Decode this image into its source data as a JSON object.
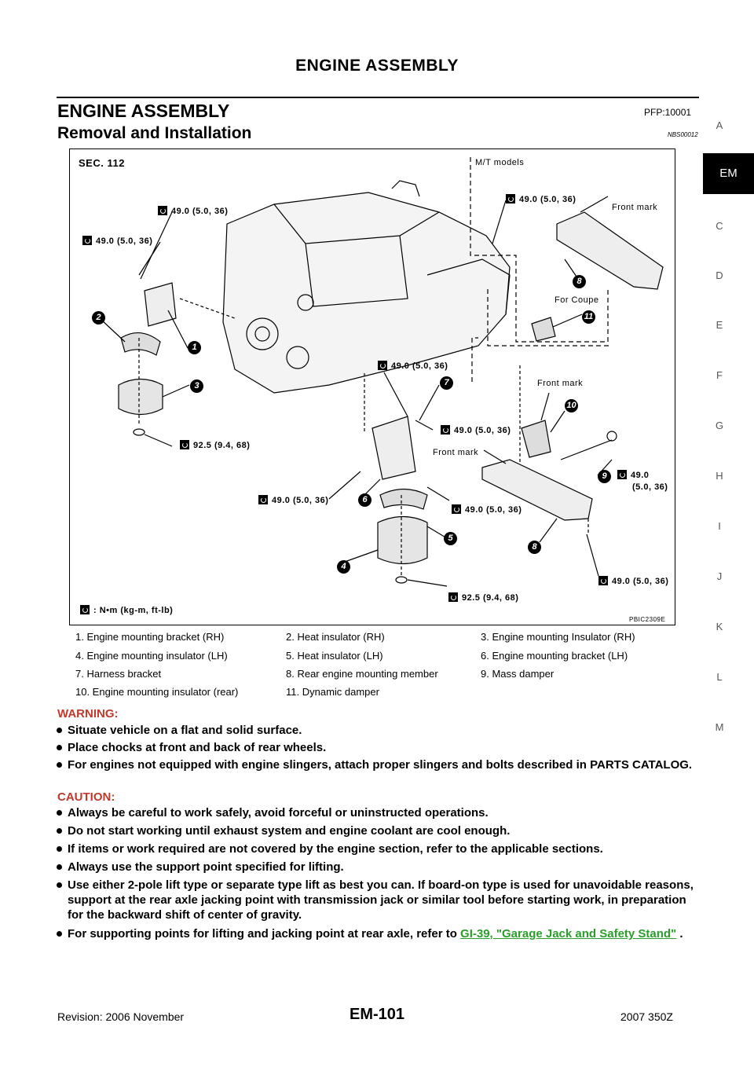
{
  "header": {
    "title": "ENGINE ASSEMBLY"
  },
  "section": {
    "title": "ENGINE ASSEMBLY",
    "code": "PFP:10001"
  },
  "subsection": {
    "title": "Removal and Installation",
    "code": "NBS00012"
  },
  "side_tabs": [
    "A",
    "EM",
    "C",
    "D",
    "E",
    "F",
    "G",
    "H",
    "I",
    "J",
    "K",
    "L",
    "M"
  ],
  "figure": {
    "sec": "SEC. 112",
    "mt_models": "M/T models",
    "for_coupe": "For Coupe",
    "front_mark": "Front mark",
    "torque_a": "49.0 (5.0, 36)",
    "torque_b": "92.5 (9.4, 68)",
    "torque_c1": "49.0",
    "torque_c2": "(5.0, 36)",
    "legend": ": N•m (kg-m, ft-lb)",
    "figure_id": "PBIC2309E",
    "callouts": [
      "1",
      "2",
      "3",
      "4",
      "5",
      "6",
      "7",
      "8",
      "9",
      "10",
      "11"
    ]
  },
  "parts": [
    "1. Engine mounting bracket (RH)",
    "2. Heat insulator (RH)",
    "3. Engine mounting Insulator (RH)",
    "4. Engine mounting insulator (LH)",
    "5. Heat insulator (LH)",
    "6. Engine mounting bracket (LH)",
    "7. Harness bracket",
    "8. Rear engine mounting member",
    "9. Mass damper",
    "10. Engine mounting insulator (rear)",
    "11. Dynamic damper"
  ],
  "warning": {
    "head": "WARNING:",
    "items": [
      "Situate vehicle on a flat and solid surface.",
      "Place chocks at front and back of rear wheels.",
      "For engines not equipped with engine slingers, attach proper slingers and bolts described in PARTS CATALOG."
    ]
  },
  "caution": {
    "head": "CAUTION:",
    "items": [
      "Always be careful to work safely, avoid forceful or uninstructed operations.",
      "Do not start working until exhaust system and engine coolant are cool enough.",
      "If items or work required are not covered by the engine section, refer to the applicable sections.",
      "Always use the support point specified for lifting.",
      "Use either 2-pole lift type or separate type lift as best you can. If board-on type is used for unavoidable reasons, support at the rear axle jacking point with transmission jack or similar tool before starting work, in preparation for the backward shift of center of gravity."
    ],
    "last_text": "For supporting points for lifting and jacking point at rear axle, refer to",
    "last_link": "GI-39, \"Garage Jack and Safety Stand\"",
    "last_tail": " ."
  },
  "footer": {
    "revision": "Revision: 2006 November",
    "page": "EM-101",
    "model": "2007 350Z"
  }
}
